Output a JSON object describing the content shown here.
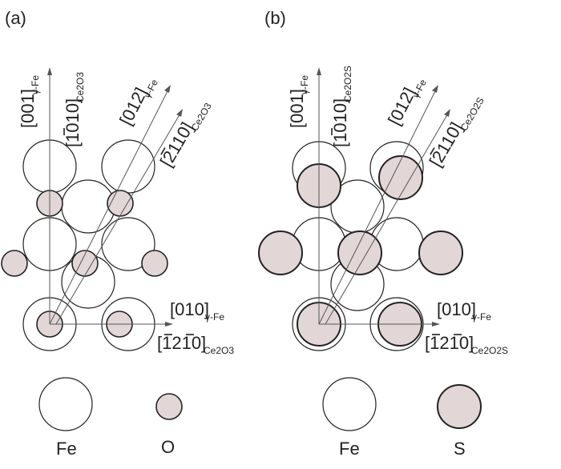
{
  "panels": [
    {
      "id": "a",
      "label": "(a)",
      "dir_001": "[001]",
      "dir_001_sub": "γ-Fe",
      "dir_1010": "[1010]",
      "dir_1010_sub": "Ce2O3",
      "dir_012": "[012]",
      "dir_012_sub": "γ-Fe",
      "dir_2110": "[2110]",
      "dir_2110_sub": "Ce2O3",
      "dir_010": "[010]",
      "dir_010_sub": "γ-Fe",
      "dir_1210": "[1210]",
      "dir_1210_sub": "Ce2O3"
    },
    {
      "id": "b",
      "label": "(b)",
      "dir_001": "[001]",
      "dir_001_sub": "γ-Fe",
      "dir_1010": "[1010]",
      "dir_1010_sub": "Ce2O2S",
      "dir_012": "[012]",
      "dir_012_sub": "γ-Fe",
      "dir_2110": "[2110]",
      "dir_2110_sub": "Ce2O2S",
      "dir_010": "[010]",
      "dir_010_sub": "γ-Fe",
      "dir_1210": "[1210]",
      "dir_1210_sub": "Ce2O2S"
    }
  ],
  "legend": {
    "a_fe": "Fe",
    "a_o": "O",
    "b_fe": "Fe",
    "b_s": "S"
  },
  "colors": {
    "atom_fill": "#e3d6d6",
    "outline": "#222222"
  }
}
